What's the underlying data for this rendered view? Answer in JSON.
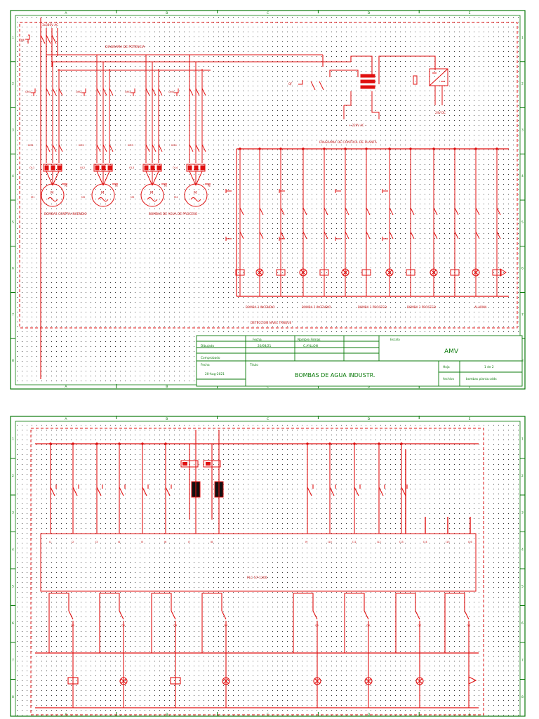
{
  "colors": {
    "frame": "#0a7a0a",
    "wire": "#e01010",
    "grid": "#2a2a2a",
    "label": "#c01010",
    "text_green": "#0a7a0a"
  },
  "sheet1": {
    "col_labels": [
      "A",
      "B",
      "C",
      "D",
      "E"
    ],
    "row_labels": [
      "1",
      "2",
      "3",
      "4",
      "5",
      "6",
      "7",
      "8"
    ],
    "power_title": "DIAGRAMA DE POTENCIA",
    "control_title": "DIAGRAMA DE CONTROL DE PLANTA",
    "motor_groups": [
      "BOMBAS CONTRA INCENDIO",
      "BOMBAS DE AGUA DE PROCESO"
    ],
    "motors": [
      "M1",
      "M2",
      "M3",
      "M4"
    ],
    "control_groups": [
      "BOMBA 1 INCENDIO",
      "BOMBA 2 INCENDIO",
      "BOMBA 1 PROCESO",
      "BOMBA 2 PROCESO",
      "ALARMA"
    ],
    "feed_note": "DETECCION NIVEL TANQUE",
    "supply_note": "3x380V AC",
    "dc_note": "24V DC",
    "title_block": {
      "fecha_label": "Fecha",
      "nombre_label": "Nombre Firmas",
      "dibujado_label": "Dibujado",
      "comprobado_label": "Comprobado",
      "fecha_dibujado": "20/08/21",
      "nombre_dibujado": "C.AYLLON",
      "fecha_row_label": "Fecha",
      "fecha_value": "20-Aug-2021",
      "titulo_label": "Titulo",
      "title": "BOMBAS DE AGUA INDUSTR.",
      "escala_label": "Escala",
      "company": "AMV",
      "hoja_label": "Hoja",
      "hoja_value": "1 de 2",
      "archivo_label": "Archivo",
      "archivo_value": "bombas planta.cddx"
    }
  },
  "sheet2": {
    "col_labels": [
      "A",
      "B",
      "C",
      "D",
      "E"
    ],
    "row_labels": [
      "1",
      "2",
      "3",
      "4",
      "5",
      "6",
      "7",
      "8"
    ],
    "plc_label": "PLC S7-1200",
    "input_labels": [
      "I1",
      "I2",
      "I3",
      "I4",
      "I5",
      "I6",
      "I7",
      "I8"
    ],
    "input_labels_right": [
      "I9",
      "I10",
      "I11",
      "I12",
      "I13",
      "I14",
      "I15",
      "I16"
    ],
    "output_labels": [
      "Q1",
      "Q2",
      "Q3",
      "Q4",
      "Q5",
      "Q6",
      "Q7",
      "Q8"
    ]
  }
}
